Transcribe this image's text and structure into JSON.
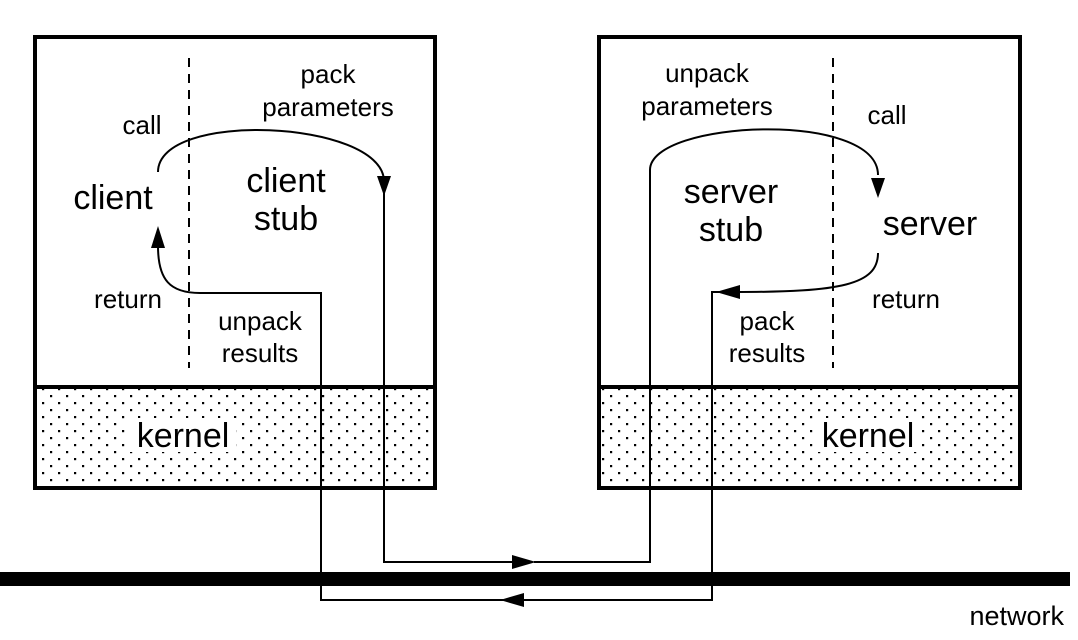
{
  "client_machine": {
    "client_label": "client",
    "stub_label_line1": "client",
    "stub_label_line2": "stub",
    "call_label": "call",
    "return_label": "return",
    "pack_line1": "pack",
    "pack_line2": "parameters",
    "unpack_line1": "unpack",
    "unpack_line2": "results",
    "kernel_label": "kernel"
  },
  "server_machine": {
    "server_label": "server",
    "stub_label_line1": "server",
    "stub_label_line2": "stub",
    "call_label": "call",
    "return_label": "return",
    "unpack_line1": "unpack",
    "unpack_line2": "parameters",
    "pack_line1": "pack",
    "pack_line2": "results",
    "kernel_label": "kernel"
  },
  "network_label": "network"
}
